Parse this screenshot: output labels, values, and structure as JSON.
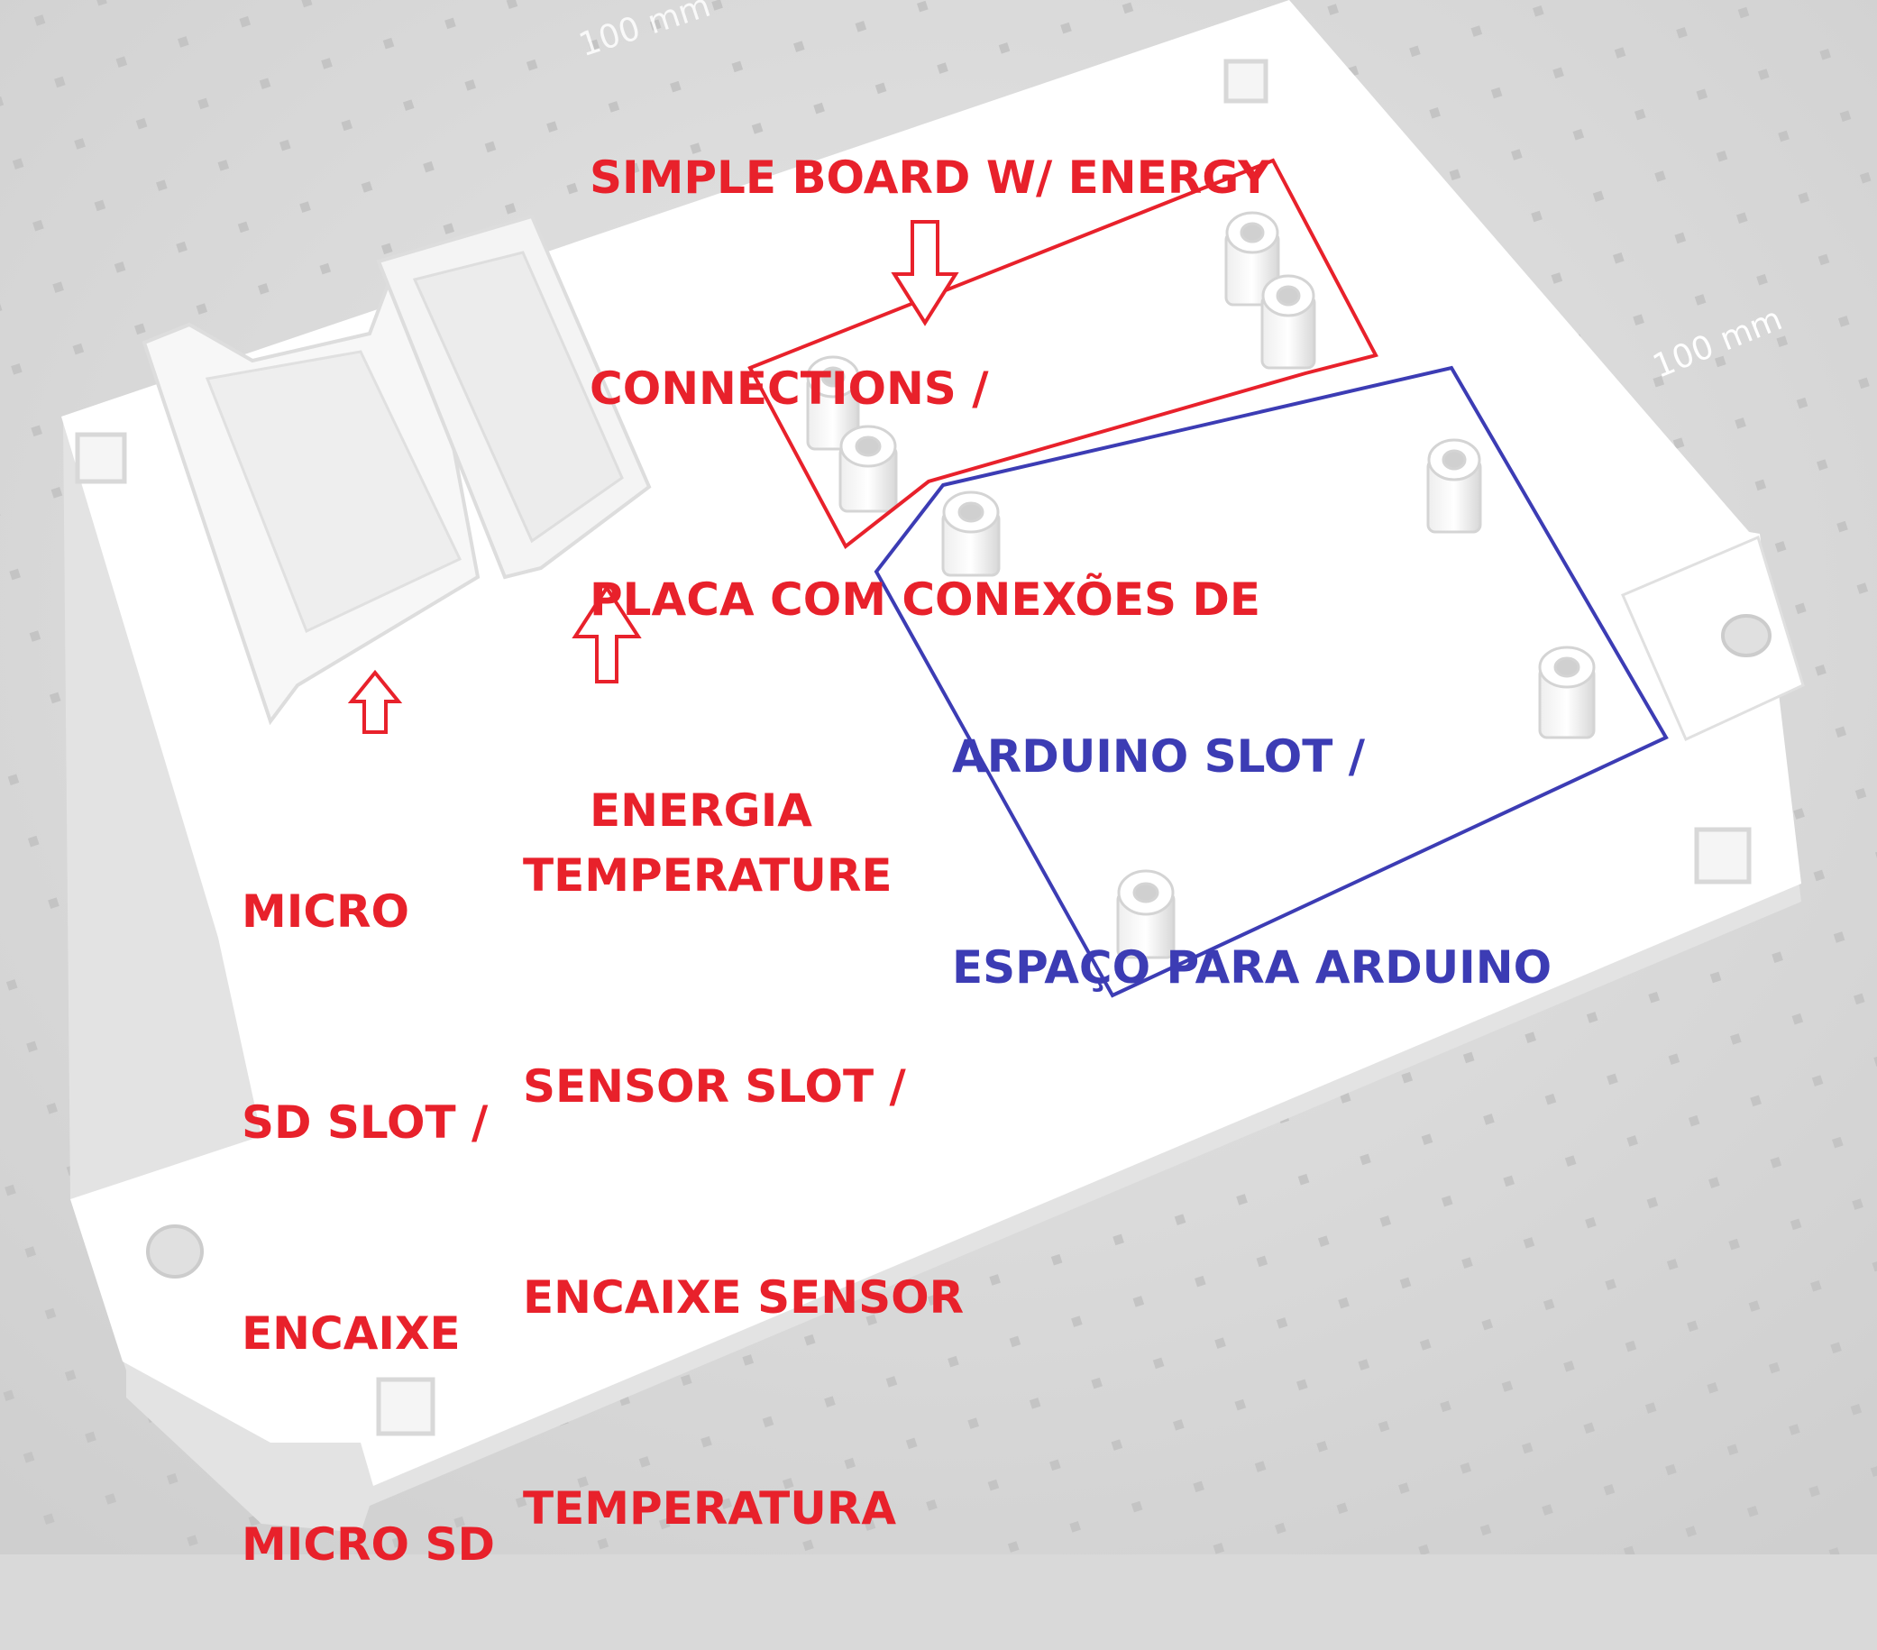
{
  "colors": {
    "background": "#d9d9d9",
    "plate": "#ffffff",
    "annotation_red": "#e8212b",
    "annotation_blue": "#3c3cb4"
  },
  "dimension_labels": {
    "top": "100 mm",
    "right": "100 mm"
  },
  "annotations": {
    "power_board": {
      "lines": [
        "SIMPLE BOARD W/ ENERGY",
        "CONNECTIONS /",
        "PLACA COM CONEXÕES DE",
        "ENERGIA"
      ]
    },
    "arduino_slot": {
      "lines": [
        "ARDUINO SLOT /",
        "ESPAÇO PARA ARDUINO"
      ]
    },
    "micro_sd_slot": {
      "lines": [
        "MICRO",
        "SD SLOT /",
        "ENCAIXE",
        "MICRO SD"
      ]
    },
    "temperature_sensor_slot": {
      "lines": [
        "TEMPERATURE",
        "SENSOR SLOT /",
        "ENCAIXE SENSOR",
        "TEMPERATURA"
      ]
    }
  },
  "icons": {
    "down_arrow": "hollow-down-arrow-icon",
    "up_arrow": "hollow-up-arrow-icon"
  }
}
